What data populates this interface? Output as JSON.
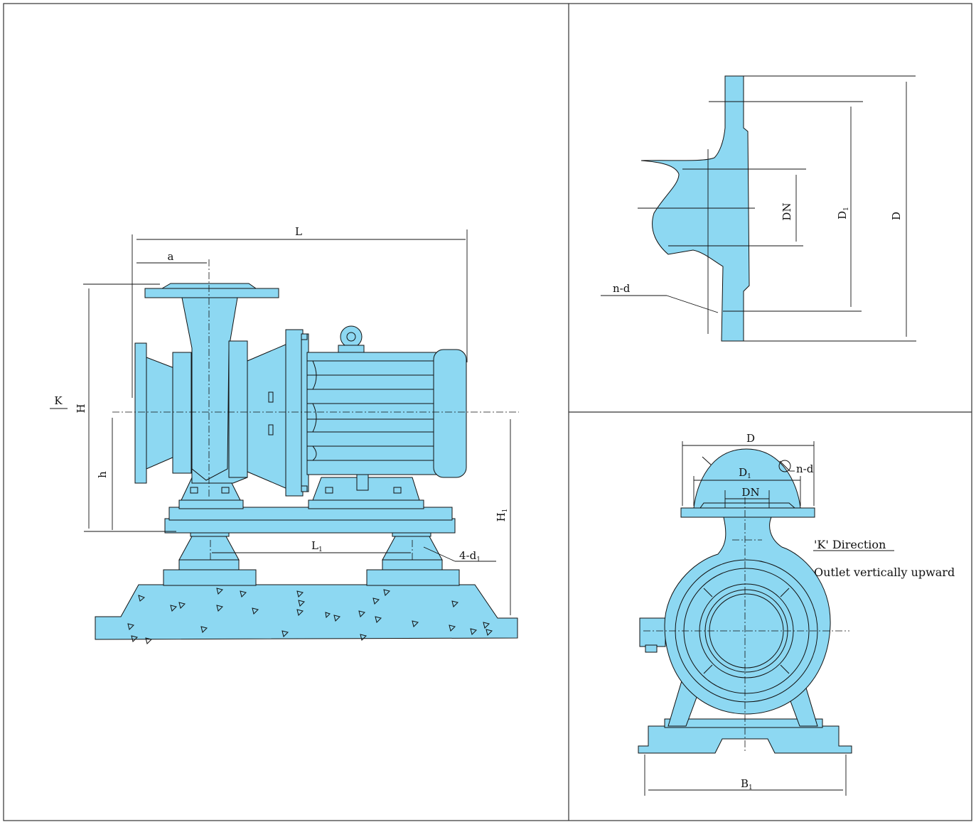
{
  "colors": {
    "fill": "#8dd8f2",
    "stroke": "#111111",
    "frame": "#333333"
  },
  "side_view": {
    "L": "L",
    "a": "a",
    "K": "K",
    "H": "H",
    "h": "h",
    "H1_main": "H",
    "H1_sub": "1",
    "L1_main": "L",
    "L1_sub": "1",
    "bolts_main": "4-d",
    "bolts_sub": "1"
  },
  "flange_detail": {
    "DN": "DN",
    "D1_main": "D",
    "D1_sub": "1",
    "D": "D",
    "nd": "n-d"
  },
  "front_view": {
    "D": "D",
    "D1_main": "D",
    "D1_sub": "1",
    "DN": "DN",
    "nd": "n-d",
    "k_direction": "'K' Direction",
    "outlet_note": "Outlet vertically upward",
    "B1_main": "B",
    "B1_sub": "1"
  }
}
